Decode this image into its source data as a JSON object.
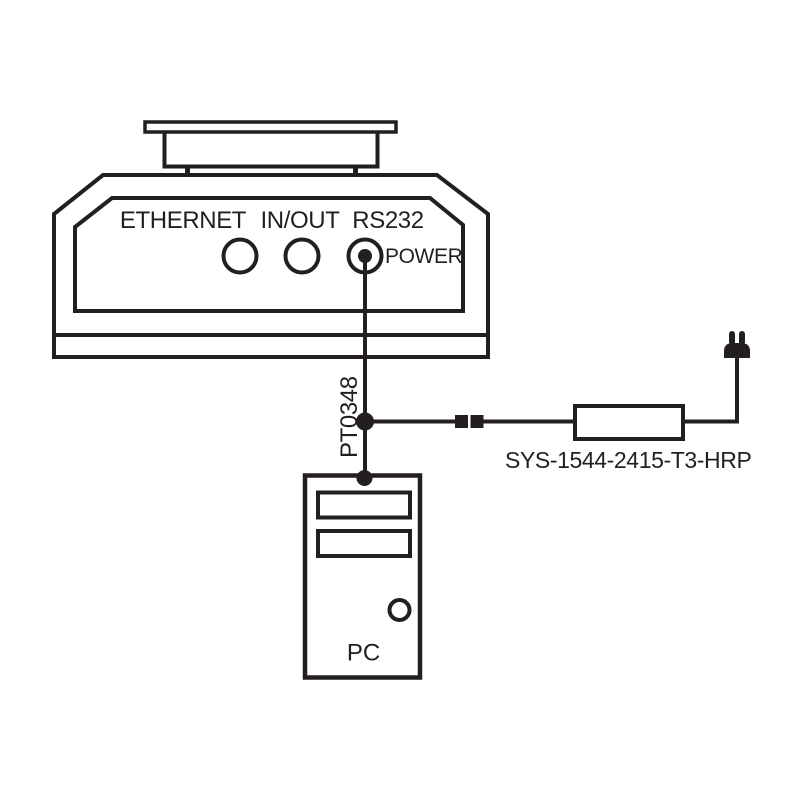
{
  "diagram": {
    "device": {
      "name": "network-device-rear-panel",
      "port_labels": [
        {
          "label": "ETHERNET"
        },
        {
          "label": "IN/OUT"
        },
        {
          "label": "RS232"
        }
      ],
      "power_label": "POWER"
    },
    "cable_label": "PT0348",
    "power_supply_label": "SYS-1544-2415-T3-HRP",
    "pc_label": "PC",
    "colors": {
      "line": "#231f20",
      "background": "#ffffff"
    }
  }
}
